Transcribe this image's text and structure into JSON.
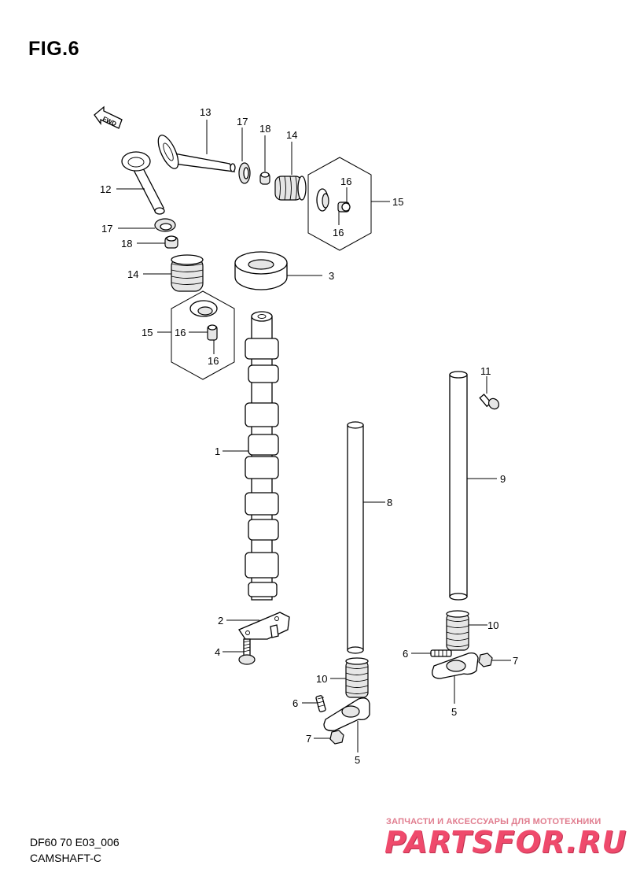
{
  "figure": {
    "title": "FIG.6",
    "footer_code": "DF60 70 E03_006",
    "footer_name": "CAMSHAFT-C",
    "fwd_label": "FWD"
  },
  "watermark": {
    "tagline": "ЗАПЧАСТИ И АКСЕССУАРЫ ДЛЯ МОТОТЕХНИКИ",
    "logo": "PARTSFOR.RU",
    "color": "#ee3b60"
  },
  "callouts": {
    "c1": "1",
    "c2": "2",
    "c3": "3",
    "c4": "4",
    "c5a": "5",
    "c5b": "5",
    "c6a": "6",
    "c6b": "6",
    "c7a": "7",
    "c7b": "7",
    "c8": "8",
    "c9": "9",
    "c10a": "10",
    "c10b": "10",
    "c11": "11",
    "c12": "12",
    "c13": "13",
    "c14a": "14",
    "c14b": "14",
    "c15a": "15",
    "c15b": "15",
    "c16a": "16",
    "c16b": "16",
    "c16c": "16",
    "c16d": "16",
    "c17a": "17",
    "c17b": "17",
    "c18a": "18",
    "c18b": "18"
  }
}
